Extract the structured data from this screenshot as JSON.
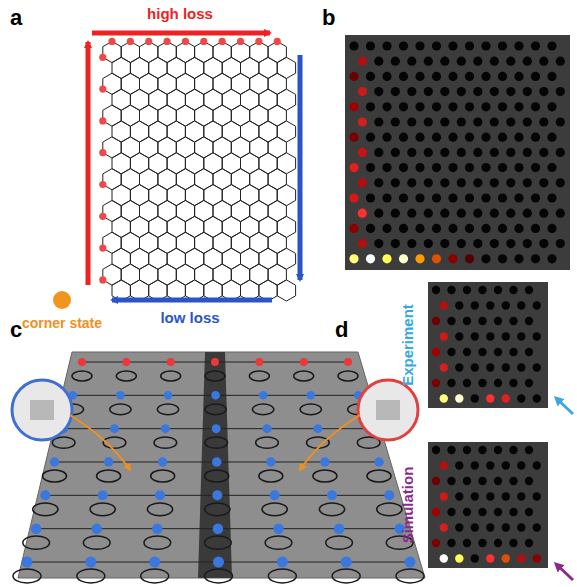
{
  "diagram": {
    "labels": [
      "a",
      "high loss",
      "low loss",
      "corner state",
      "b",
      "c",
      "d",
      "Experiment",
      "Simulation"
    ]
  }
}
